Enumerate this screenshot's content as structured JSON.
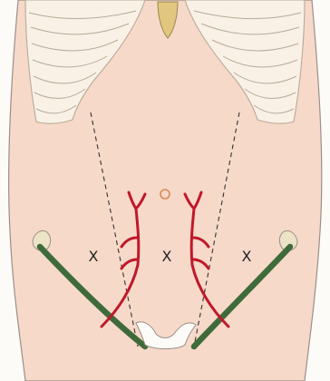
{
  "figure": {
    "markers": [
      "X",
      "X",
      "X"
    ],
    "colors": {
      "background": "#fdfbf8",
      "skin": "#f6d9c9",
      "skin_outline": "#9a8f88",
      "rib_fill": "#f9f1e6",
      "rib_line": "#b8aa98",
      "xiphoid": "#e0c67e",
      "epigastric_artery": "#c0182b",
      "inguinal_ligament": "#3f6b3a",
      "iliac_spine": "#ede3c6",
      "dashed_line": "#333333",
      "umbilicus": "#d98a5a"
    },
    "icons": {
      "umbilicus": "small-ring-icon",
      "incision_site": "x-mark-icon"
    }
  }
}
